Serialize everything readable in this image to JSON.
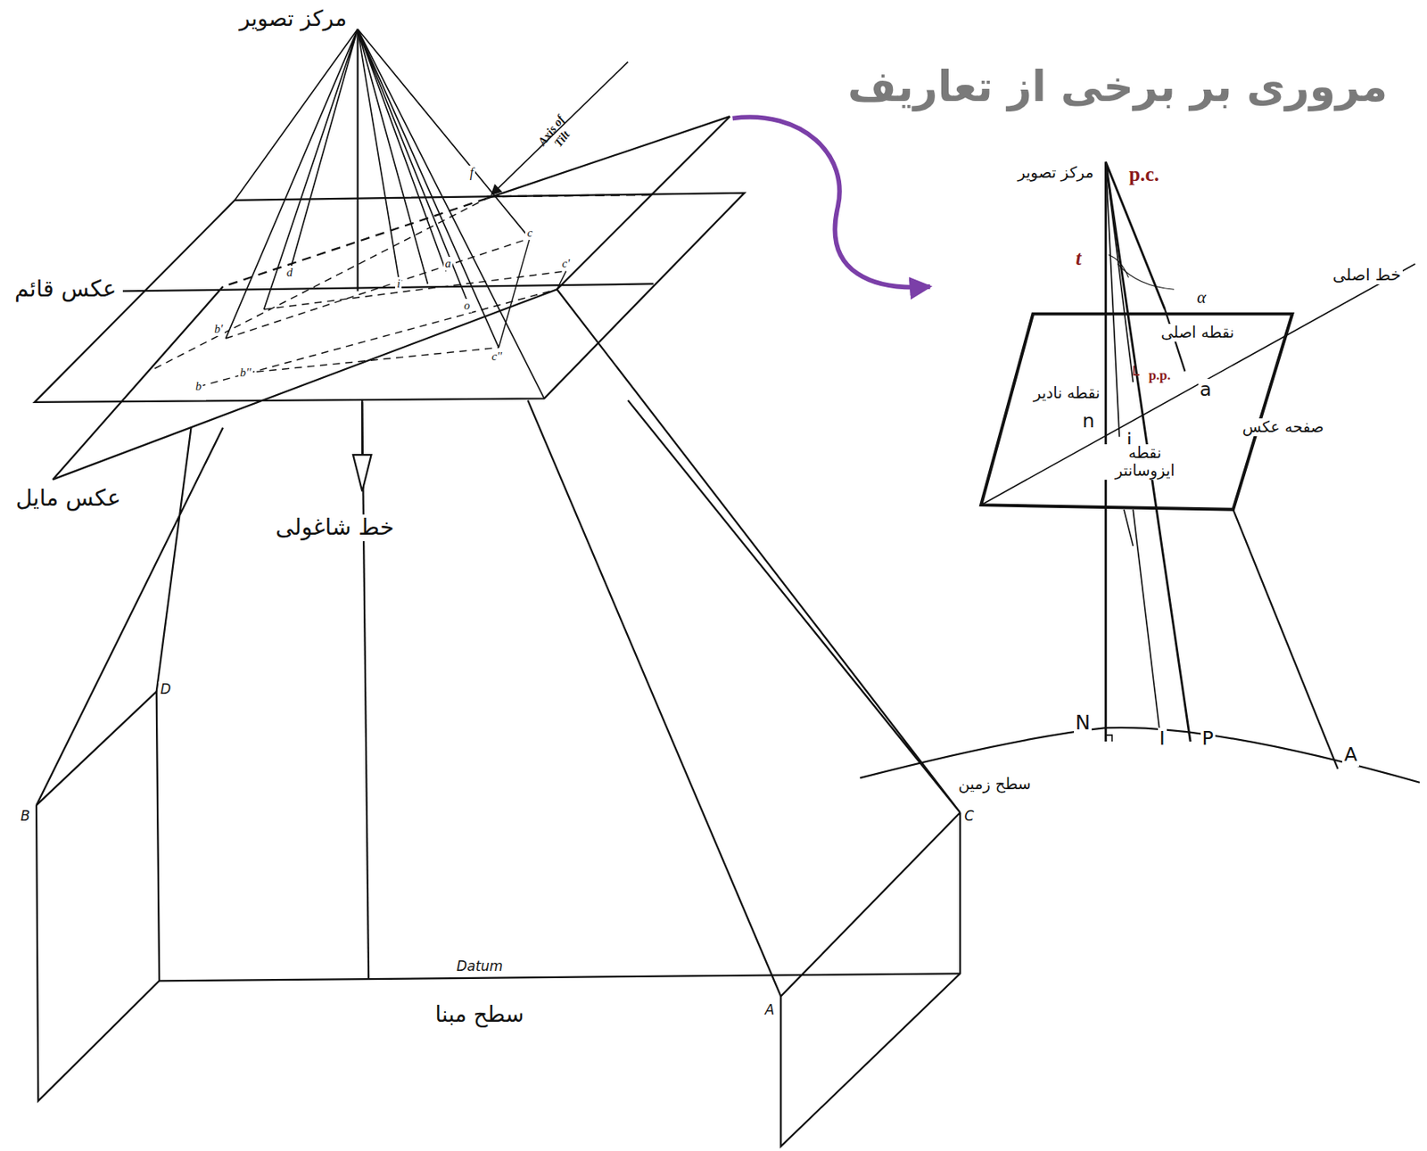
{
  "diagram": {
    "title": "مروری بر برخی از تعاریف",
    "labels": [
      "مرکز تصویر",
      "Axis of Tilt",
      "f",
      "d",
      "b'",
      "b",
      "b''",
      "c",
      "c'",
      "c''",
      "o",
      "a",
      "i",
      "عکس قائم",
      "عکس مایل",
      "خط شاغولی",
      "D",
      "B",
      "C",
      "A",
      "Datum",
      "سطح مبنا",
      "مرکز تصویر",
      "p.c.",
      "t",
      "α",
      "خط اصلی",
      "نقطه اصلی",
      "p.p.",
      "a",
      "نقطه نادیر",
      "n",
      "صفحه عکس",
      "i",
      "نقطه ایزوسانتر",
      "N",
      "I",
      "P",
      "A",
      "سطح زمین"
    ]
  }
}
